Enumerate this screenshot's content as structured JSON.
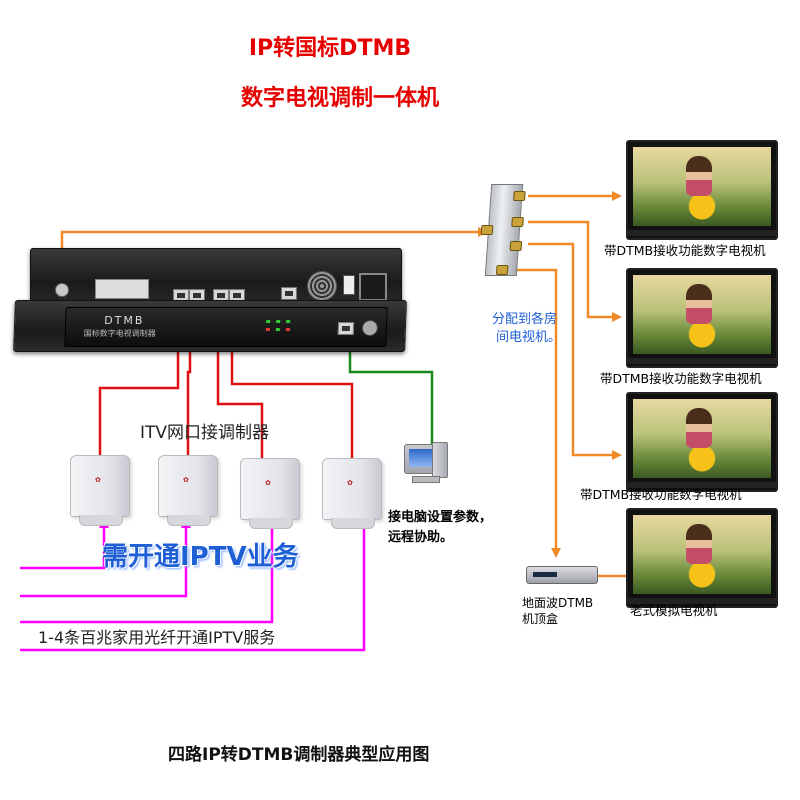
{
  "header": {
    "title_line1": "IP转国标DTMB",
    "title_line2": "数字电视调制一体机"
  },
  "device": {
    "front_brand": "DTMB",
    "front_subtitle": "国标数字电视调制器",
    "panel_label": "ITV网口接调制器"
  },
  "routers": {
    "count_label": "需开通IPTV业务",
    "fiber_label": "1-4条百兆家用光纤开通IPTV服务"
  },
  "pc": {
    "label_line1": "接电脑设置参数，",
    "label_line2": "远程协助。"
  },
  "splitter": {
    "label_line1": "分配到各房",
    "label_line2": "间电视机。"
  },
  "tvs": [
    {
      "label": "带DTMB接收功能数字电视机"
    },
    {
      "label": "带DTMB接收功能数字电视机"
    },
    {
      "label": "带DTMB接收功能数字电视机"
    },
    {
      "label": "老式模拟电视机"
    }
  ],
  "stb": {
    "label_line1": "地面波DTMB",
    "label_line2": "机顶盒"
  },
  "footer": {
    "caption": "四路IP转DTMB调制器典型应用图"
  },
  "colors": {
    "title": "#e60000",
    "rf_cable": "#f08a28",
    "lan_cable": "#e01010",
    "pc_cable": "#1a8a1a",
    "fiber": "#ff00ff",
    "accent_text": "#1f5fd6"
  }
}
